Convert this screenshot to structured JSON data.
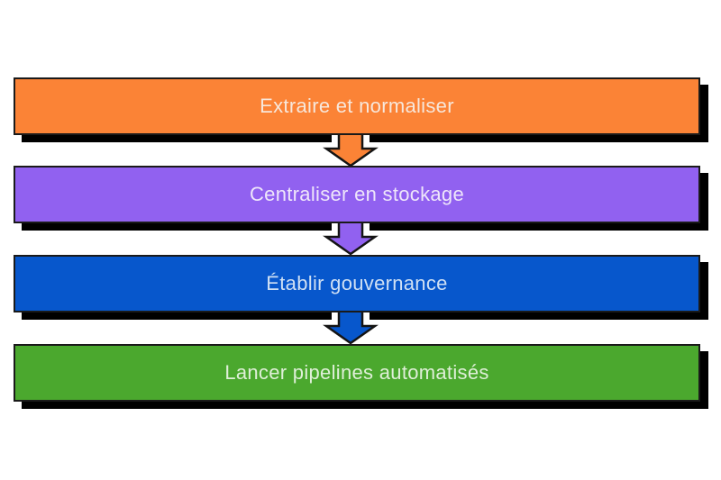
{
  "diagram": {
    "type": "vertical-flow",
    "background": "#FFFFFF",
    "border_color": "#1A1A1A",
    "shadow_color": "#000000",
    "steps": [
      {
        "id": "extraire",
        "label": "Extraire et normaliser",
        "fill": "#FB8336",
        "text_color": "#F7E7DB"
      },
      {
        "id": "centraliser",
        "label": "Centraliser en stockage",
        "fill": "#9161F0",
        "text_color": "#EEE6FA"
      },
      {
        "id": "gouvernance",
        "label": "Établir gouvernance",
        "fill": "#0757CC",
        "text_color": "#CFE0F4"
      },
      {
        "id": "pipelines",
        "label": "Lancer pipelines automatisés",
        "fill": "#4BA82E",
        "text_color": "#DFEFD8"
      }
    ],
    "connectors": [
      {
        "from": 0,
        "to": 1,
        "direction": "down",
        "fill": "#FB8336"
      },
      {
        "from": 1,
        "to": 2,
        "direction": "down",
        "fill": "#9161F0"
      },
      {
        "from": 2,
        "to": 3,
        "direction": "down",
        "fill": "#0757CC"
      }
    ]
  }
}
